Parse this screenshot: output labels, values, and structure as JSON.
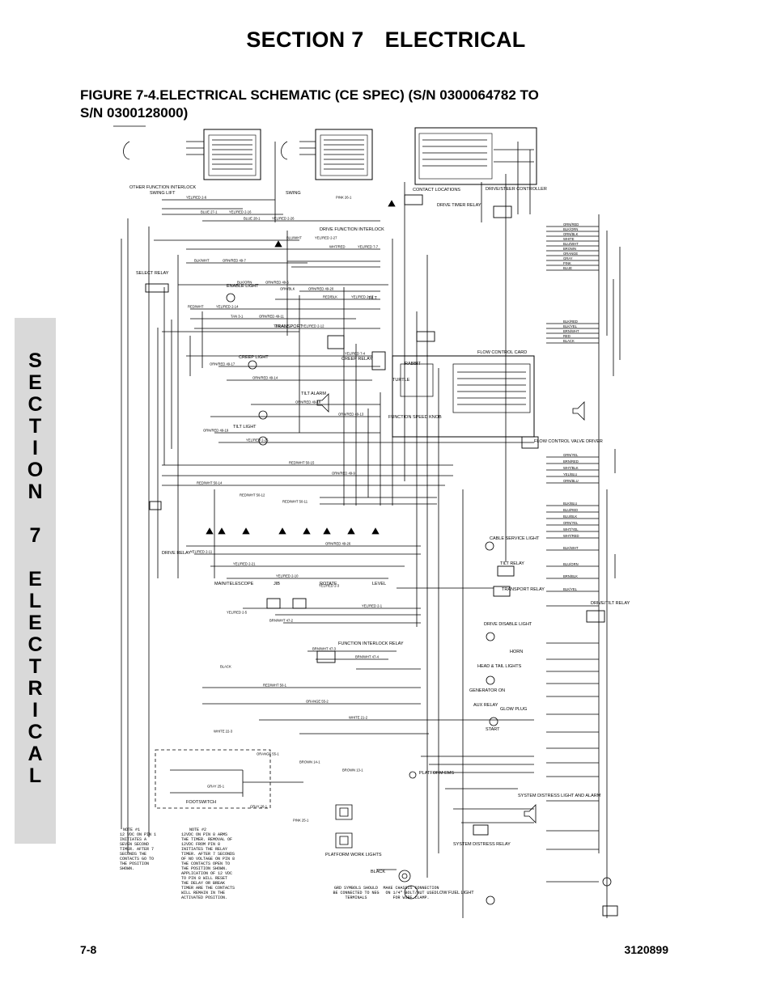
{
  "header": {
    "section": "SECTION 7",
    "title": "ELECTRICAL"
  },
  "figure_caption_line1": "FIGURE 7-4.ELECTRICAL SCHEMATIC (CE SPEC) (S/N 0300064782 TO",
  "figure_caption_line2": "S/N 0300128000)",
  "side_tab": [
    "S",
    "E",
    "C",
    "T",
    "I",
    "O",
    "N",
    " ",
    "7",
    " ",
    "E",
    "L",
    "E",
    "C",
    "T",
    "R",
    "I",
    "C",
    "A",
    "L"
  ],
  "footer": {
    "page": "7-8",
    "doc_number": "3120899"
  },
  "schematic": {
    "labels": {
      "swing_lift": "SWING LIFT",
      "swing": "SWING",
      "other_function_interlock": "OTHER FUNCTION INTERLOCK",
      "select_relay": "SELECT RELAY",
      "contact_locations": "CONTACT LOCATIONS",
      "drive_steer_controller": "DRIVE/STEER CONTROLLER",
      "drive_timer_relay": "DRIVE TIMER RELAY",
      "drive_function_interlock": "DRIVE FUNCTION INTERLOCK",
      "enable_light": "ENABLE LIGHT",
      "transport": "TRANSPORT",
      "tilt": "TILT",
      "tilt_alarm": "TILT ALARM",
      "tilt_light": "TILT LIGHT",
      "creep_light": "CREEP LIGHT",
      "creep_relay": "CREEP RELAY",
      "flow_control_card": "FLOW CONTROL CARD",
      "flow_control_valve_driver": "FLOW CONTROL VALVE DRIVER",
      "function_speed knob": "FUNCTION SPEED KNOB",
      "turtle": "TURTLE",
      "rabbit": "RABBIT",
      "drive_relay": "DRIVE RELAY",
      "main_telescope": "MAIN/TELESCOPE",
      "jib": "JIB",
      "rotate": "ROTATE",
      "level": "LEVEL",
      "function_interlock_relay": "FUNCTION INTERLOCK RELAY",
      "cable_service_light": "CABLE SERVICE LIGHT",
      "tilt_relay": "TILT RELAY",
      "transport_relay": "TRANSPORT RELAY",
      "drive_disable_light": "DRIVE DISABLE LIGHT",
      "drive_disable_relay": "DRIVE/TILT RELAY",
      "horn": "HORN",
      "head_tail_lights": "HEAD & TAIL LIGHTS",
      "generator_on": "GENERATOR ON",
      "aux_relay": "AUX RELAY",
      "glow_plug": "GLOW PLUG",
      "start": "START",
      "platform_ems": "PLATFORM EMS",
      "footswitch": "FOOTSWITCH",
      "platform_work_lights": "PLATFORM WORK LIGHTS",
      "system_distress_relay": "SYSTEM DISTRESS RELAY",
      "system_distress_light": "SYSTEM DISTRESS LIGHT AND ALARM",
      "low_fuel_light": "LOW FUEL LIGHT",
      "black": "BLACK",
      "grd_symbols_note": "GRD SYMBOLS SHOULD BE CONNECTED TO NEG TERMINALS",
      "make_chassis_note": "MAKE CHASSIS CONNECTION ON 1/4\" BOLT/NUT USED FOR WIRE CLAMP.",
      "note1_title": "NOTE #1",
      "note1_text": "12 VDC ON PIN 1 INITIATES A SEVEN SECOND TIMER. AFTER 7 SECONDS THE CONTACTS GO TO THE POSITION SHOWN.",
      "note2_title": "NOTE #2",
      "note2_text": "12VDC ON PIN 8 ARMS THE TIMER. REMOVAL OF 12VDC FROM PIN 8 INITIATES THE RELAY TIMER. AFTER 7 SECONDS OF NO VOLTAGE ON PIN 8 THE CONTACTS OPEN TO THE POSITION SHOWN. APPLICATION OF 12 VDC TO PIN 8 WILL RESET THE DELAY OR BREAK TIMER ARE THE CONTACTS WILL REMAIN IN THE ACTIVATED POSITION."
    },
    "wire_labels": [
      "YEL/RED 2-6",
      "YEL/RED 2-16",
      "YEL/RED 2-26",
      "YEL/RED 2-27",
      "YEL/RED 7-7",
      "ORN/RED 49-7",
      "ORN/RED 49-5",
      "ORN/RED 49-20",
      "YEL/RED 2-17",
      "YEL/RED 2-14",
      "ORN/RED 49-11",
      "YEL/RED 2-12",
      "YEL/RED 7-4",
      "ORN/RED 49-17",
      "ORN/RED 49-14",
      "ORN/RED 49-18",
      "ORN/RED 49-13",
      "ORN/RED 49-19",
      "YEL/RED 2-25",
      "RED/WHT 50-15",
      "ORN/RED 49-9",
      "RED/WHT 50-14",
      "RED/WHT 50-12",
      "RED/WHT 50-11",
      "ORN/RED 49-26",
      "YEL/RED 2-11",
      "YEL/RED 2-21",
      "YEL/RED 2-10",
      "YEL/RED 2-3",
      "YEL/RED 2-1",
      "YEL/RED 2-5",
      "BRN/WHT 47-2",
      "BRN/WHT 47-3",
      "BRN/WHT 47-4",
      "BLACK",
      "RED/WHT 50-1",
      "ORANGE 55-2",
      "WHITE 21-2",
      "WHITE 22-3",
      "ORANGE 55-1",
      "BROWN 14-1",
      "BROWN 13-1",
      "GRAY 25-1",
      "GRAY 26-1",
      "PINK 25-1",
      "PINK 26-1",
      "BLUE 27-1",
      "BLUE 28-1",
      "BLU/WHT",
      "WHT/RED",
      "BLK/WHT",
      "BLK/ORN",
      "ORN/BLK",
      "RED/BLK",
      "RED/WHT",
      "TAN 3-1",
      "TAN 4-2"
    ],
    "right_terminals": [
      "ORN/RED",
      "BLK/ORN",
      "ORN/BLK",
      "WHITE",
      "BLU/WHT",
      "BROWN",
      "ORANGE",
      "GRAY",
      "PINK",
      "BLUE",
      "BLK/RED",
      "BLK/YEL",
      "BRN/WHT",
      "RED",
      "BLACK",
      "GRN/YEL",
      "BRN/RED",
      "WHT/BLK",
      "YEL/BLU",
      "ORN/BLU",
      "BLK/BLU",
      "BLU/RED",
      "BLU/BLK",
      "ORN/YEL",
      "WHT/YEL",
      "WHT/RED",
      "BLK/WHT",
      "BLU/ORN",
      "BRN/BLK",
      "BLK/YEL"
    ]
  }
}
